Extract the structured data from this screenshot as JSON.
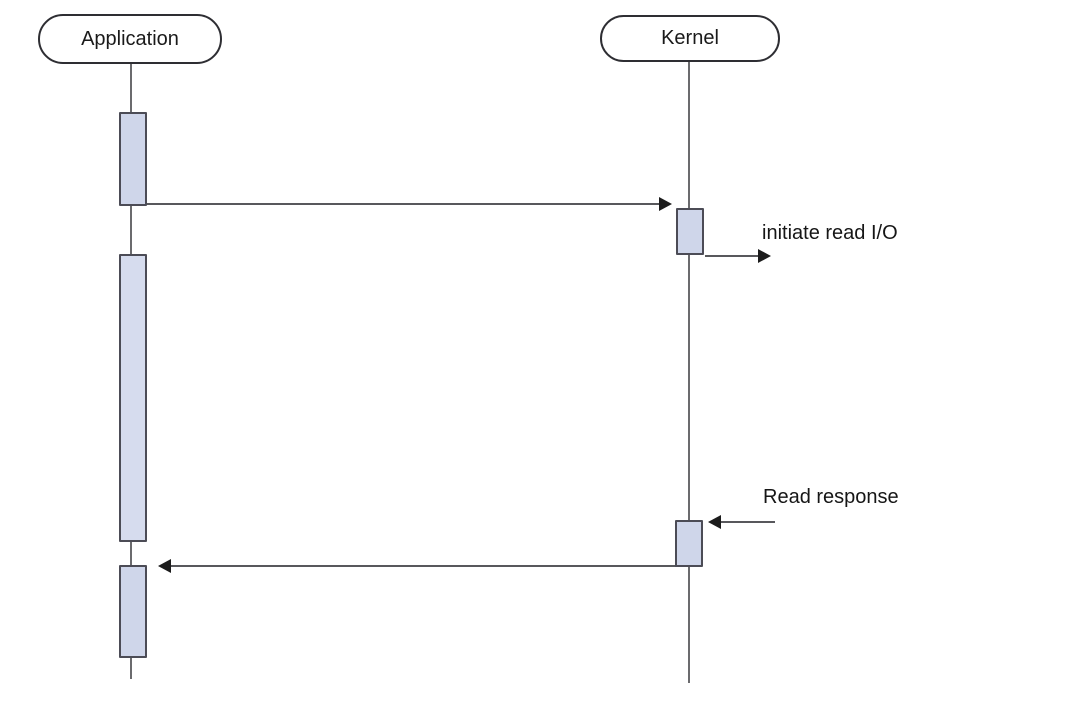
{
  "diagram": {
    "type": "sequence-diagram",
    "actors": [
      {
        "id": "application",
        "label": "Application"
      },
      {
        "id": "kernel",
        "label": "Kernel"
      }
    ],
    "messages": [
      {
        "id": "call",
        "from": "Application",
        "to": "Kernel",
        "label": "",
        "direction": "right"
      },
      {
        "id": "initiate",
        "from": "Kernel",
        "to": "right-edge",
        "label": "initiate read I/O",
        "direction": "right"
      },
      {
        "id": "response",
        "from": "right-edge",
        "to": "Kernel",
        "label": "Read response",
        "direction": "left"
      },
      {
        "id": "return",
        "from": "Kernel",
        "to": "Application",
        "label": "",
        "direction": "left"
      }
    ],
    "activations": [
      {
        "actor": "Application",
        "index": 1
      },
      {
        "actor": "Application",
        "index": 2
      },
      {
        "actor": "Application",
        "index": 3
      },
      {
        "actor": "Kernel",
        "index": 1
      },
      {
        "actor": "Kernel",
        "index": 2
      }
    ],
    "colors": {
      "background": "#ffffff",
      "activation_fill": "#cfd6ea",
      "activation_border": "#4c4c56",
      "lifeline": "#6b6b6e",
      "arrow_line": "#58585c",
      "arrow_head": "#1c1c1c",
      "actor_border": "#2e2e33",
      "text": "#161616"
    }
  }
}
